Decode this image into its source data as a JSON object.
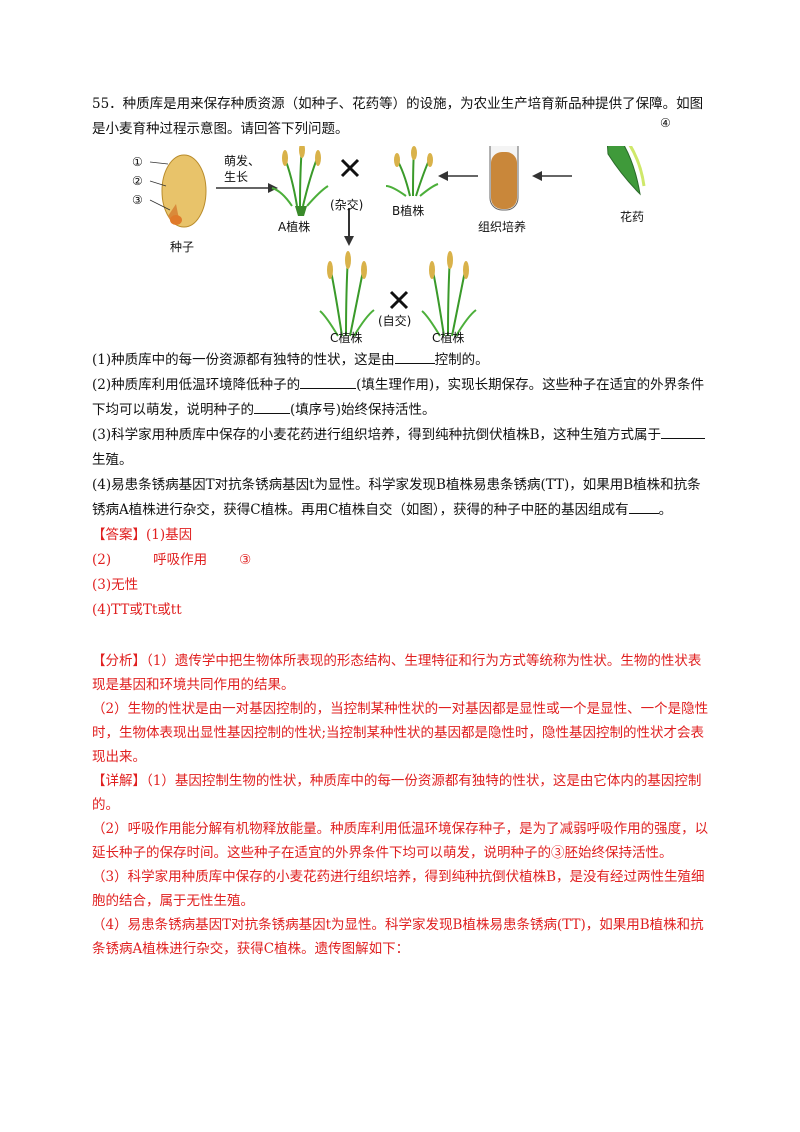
{
  "question": {
    "stem": "55．种质库是用来保存种质资源（如种子、花药等）的设施，为农业生产培育新品种提供了保障。如图是小麦育种过程示意图。请回答下列问题。",
    "q1_a": "(1)种质库中的每一份资源都有独特的性状，这是由",
    "q1_b": "控制的。",
    "q2_a": "(2)种质库利用低温环境降低种子的",
    "q2_b": "(填生理作用)，实现长期保存。这些种子在适宜的外界条件下均可以萌发，说明种子的",
    "q2_c": "(填序号)始终保持活性。",
    "q3_a": "(3)科学家用种质库中保存的小麦花药进行组织培养，得到纯种抗倒伏植株B，这种生殖方式属于",
    "q3_b": "生殖。",
    "q4_a": "(4)易患条锈病基因T对抗条锈病基因t为显性。科学家发现B植株易患条锈病(TT)，如果用B植株和抗条锈病A植株进行杂交，获得C植株。再用C植株自交（如图），获得的种子中胚的基因组成有",
    "q4_b": "。"
  },
  "figure": {
    "labels": {
      "seed_parts": [
        "①",
        "②",
        "③"
      ],
      "germinate": "萌发、",
      "grow": "生长",
      "seed": "种子",
      "plant_a": "A植株",
      "cross_hybrid": "(杂交)",
      "plant_b": "B植株",
      "tissue_culture": "组织培养",
      "anther": "花药",
      "anther_num": "④",
      "plant_c1": "C植株",
      "self_cross": "(自交)",
      "plant_c2": "C植株"
    }
  },
  "answer": {
    "tag": "【答案】",
    "a1": "(1)基因",
    "a2_num": "(2)",
    "a2_val1": "呼吸作用",
    "a2_val2": "③",
    "a3": "(3)无性",
    "a4": "(4)TT或Tt或tt"
  },
  "analysis": {
    "tag": "【分析】",
    "p1": "（1）遗传学中把生物体所表现的形态结构、生理特征和行为方式等统称为性状。生物的性状表现是基因和环境共同作用的结果。",
    "p2": "（2）生物的性状是由一对基因控制的，当控制某种性状的一对基因都是显性或一个是显性、一个是隐性时，生物体表现出显性基因控制的性状;当控制某种性状的基因都是隐性时，隐性基因控制的性状才会表现出来。"
  },
  "detail": {
    "tag": "【详解】",
    "p1": "（1）基因控制生物的性状，种质库中的每一份资源都有独特的性状，这是由它体内的基因控制的。",
    "p2": "（2）呼吸作用能分解有机物释放能量。种质库利用低温环境保存种子，是为了减弱呼吸作用的强度，以延长种子的保存时间。这些种子在适宜的外界条件下均可以萌发，说明种子的③胚始终保持活性。",
    "p3": "（3）科学家用种质库中保存的小麦花药进行组织培养，得到纯种抗倒伏植株B，是没有经过两性生殖细胞的结合，属于无性生殖。",
    "p4": "（4）易患条锈病基因T对抗条锈病基因t为显性。科学家发现B植株易患条锈病(TT)，如果用B植株和抗条锈病A植株进行杂交，获得C植株。遗传图解如下："
  },
  "colors": {
    "answer": "#e02020",
    "text": "#111111"
  }
}
